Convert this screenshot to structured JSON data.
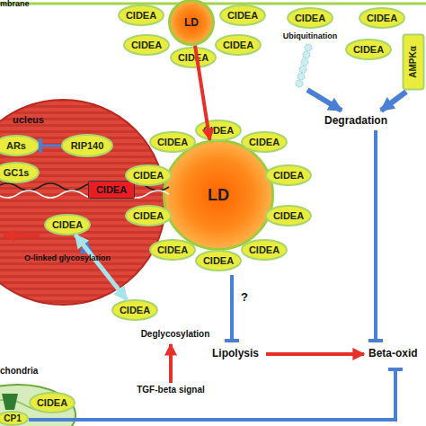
{
  "diagram": {
    "nodes": [
      {
        "text": [
          "CIDEA"
        ]
      },
      {
        "text": [
          "LD"
        ]
      },
      {
        "text": [
          "CIDEA"
        ]
      },
      {
        "text": [
          "CIDEA"
        ]
      },
      {
        "text": [
          "CIDEA"
        ]
      },
      {
        "text": [
          "CIDEA"
        ]
      },
      {
        "text": [
          "CIDEA"
        ]
      },
      {
        "text": [
          "CIDEA"
        ]
      },
      {
        "text": [
          "CIDEA"
        ]
      },
      {
        "text": [
          "AMPKα"
        ]
      },
      {
        "text": [
          "ucleus"
        ]
      },
      {
        "text": [
          "ARs"
        ],
        "in": 10
      },
      {
        "text": [
          "RIP140"
        ],
        "in": 10
      },
      {
        "text": [
          "GC1s"
        ],
        "in": 10
      },
      {
        "text": [
          "CIDEA"
        ],
        "in": 10
      },
      {
        "text": [
          "CIDEA"
        ],
        "in": 10
      },
      {
        "text": [
          "CIDEA"
        ]
      },
      {
        "text": [
          "CIDEA"
        ]
      },
      {
        "text": [
          "CIDEA"
        ]
      },
      {
        "text": [
          "CIDEA"
        ]
      },
      {
        "text": [
          "LD"
        ]
      },
      {
        "text": [
          "CIDEA"
        ]
      },
      {
        "text": [
          "CIDEA"
        ]
      },
      {
        "text": [
          "CIDEA"
        ]
      },
      {
        "text": [
          "CIDEA"
        ]
      },
      {
        "text": [
          "CIDEA"
        ]
      },
      {
        "text": [
          "CIDEA"
        ]
      },
      {
        "text": [
          "CIDEA"
        ]
      },
      {
        "text": [
          "CIDEA"
        ]
      },
      {
        "text": [
          "CP1"
        ]
      }
    ],
    "edges": [
      {
        "from": 1,
        "to": 20,
        "arrow": "to"
      },
      {
        "from": 12,
        "to": 11,
        "arrow": "to"
      },
      {
        "from": 15,
        "to": 27,
        "arrow": "both"
      }
    ],
    "labels": [
      "mbrane",
      "Ubiquitination",
      "Degradation",
      "O-linked glycosylation",
      "Deglycosylation",
      "TGF-beta signal",
      "?",
      "Lipolysis",
      "Beta-oxid",
      "chondria"
    ]
  }
}
